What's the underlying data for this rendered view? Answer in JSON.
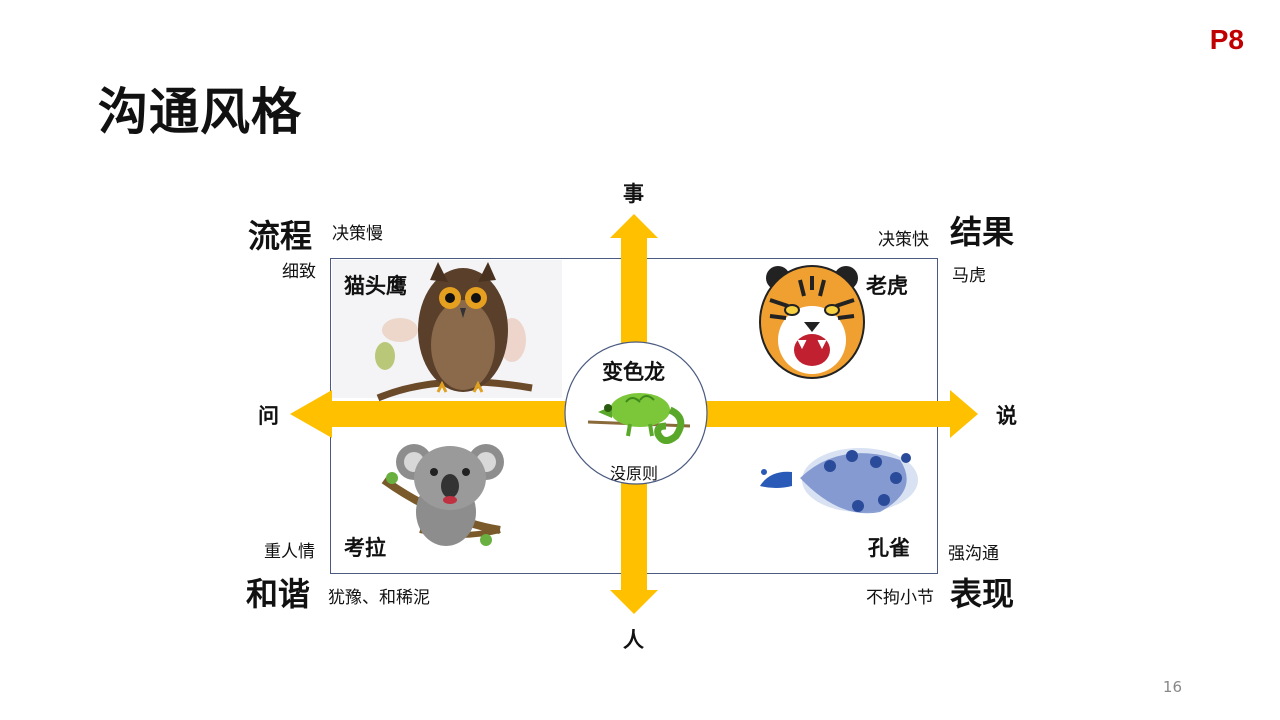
{
  "page_label": "P8",
  "title": "沟通风格",
  "axes": {
    "top": "事",
    "bottom": "人",
    "left": "问",
    "right": "说"
  },
  "corners": {
    "top_left": {
      "big": "流程",
      "small_right": "决策慢",
      "small_below": "细致"
    },
    "top_right": {
      "big": "结果",
      "small_left": "决策快",
      "small_below": "马虎"
    },
    "bottom_left": {
      "big": "和谐",
      "small_above": "重人情",
      "small_right": "犹豫、和稀泥"
    },
    "bottom_right": {
      "big": "表现",
      "small_above": "强沟通",
      "small_left": "不拘小节"
    }
  },
  "animals": {
    "owl": "猫头鹰",
    "tiger": "老虎",
    "koala": "考拉",
    "peacock": "孔雀"
  },
  "center": {
    "top": "变色龙",
    "bottom": "没原则"
  },
  "colors": {
    "arrow": "#ffc000",
    "box_border": "#4a5a80",
    "page_label": "#c00000"
  },
  "slide_number": "16"
}
